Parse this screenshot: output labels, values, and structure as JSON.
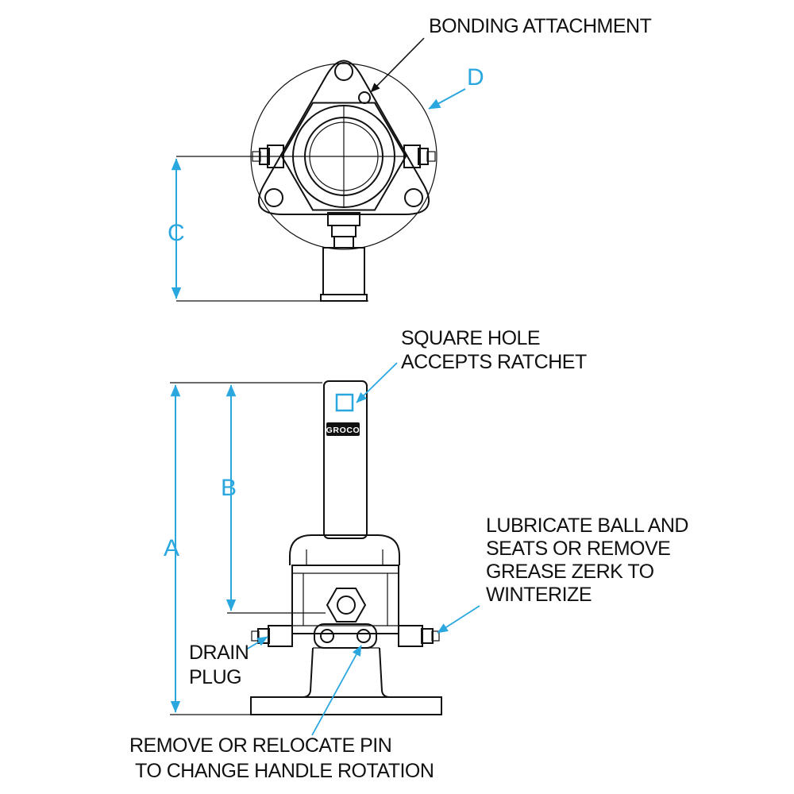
{
  "colors": {
    "accent": "#2BA7DF",
    "line": "#111111"
  },
  "top_view": {
    "bonding_label": "BONDING ATTACHMENT",
    "dim_c": "C",
    "dim_d": "D"
  },
  "side_view": {
    "square_hole_line1": "SQUARE HOLE",
    "square_hole_line2": "ACCEPTS RATCHET",
    "brand": "GROCO",
    "dim_a": "A",
    "dim_b": "B",
    "lubricate_line1": "LUBRICATE BALL AND",
    "lubricate_line2": "SEATS OR REMOVE",
    "lubricate_line3": "GREASE ZERK TO",
    "lubricate_line4": "WINTERIZE",
    "drain_line1": "DRAIN",
    "drain_line2": "PLUG",
    "pin_line1": "REMOVE OR RELOCATE PIN",
    "pin_line2": "TO CHANGE HANDLE ROTATION"
  }
}
